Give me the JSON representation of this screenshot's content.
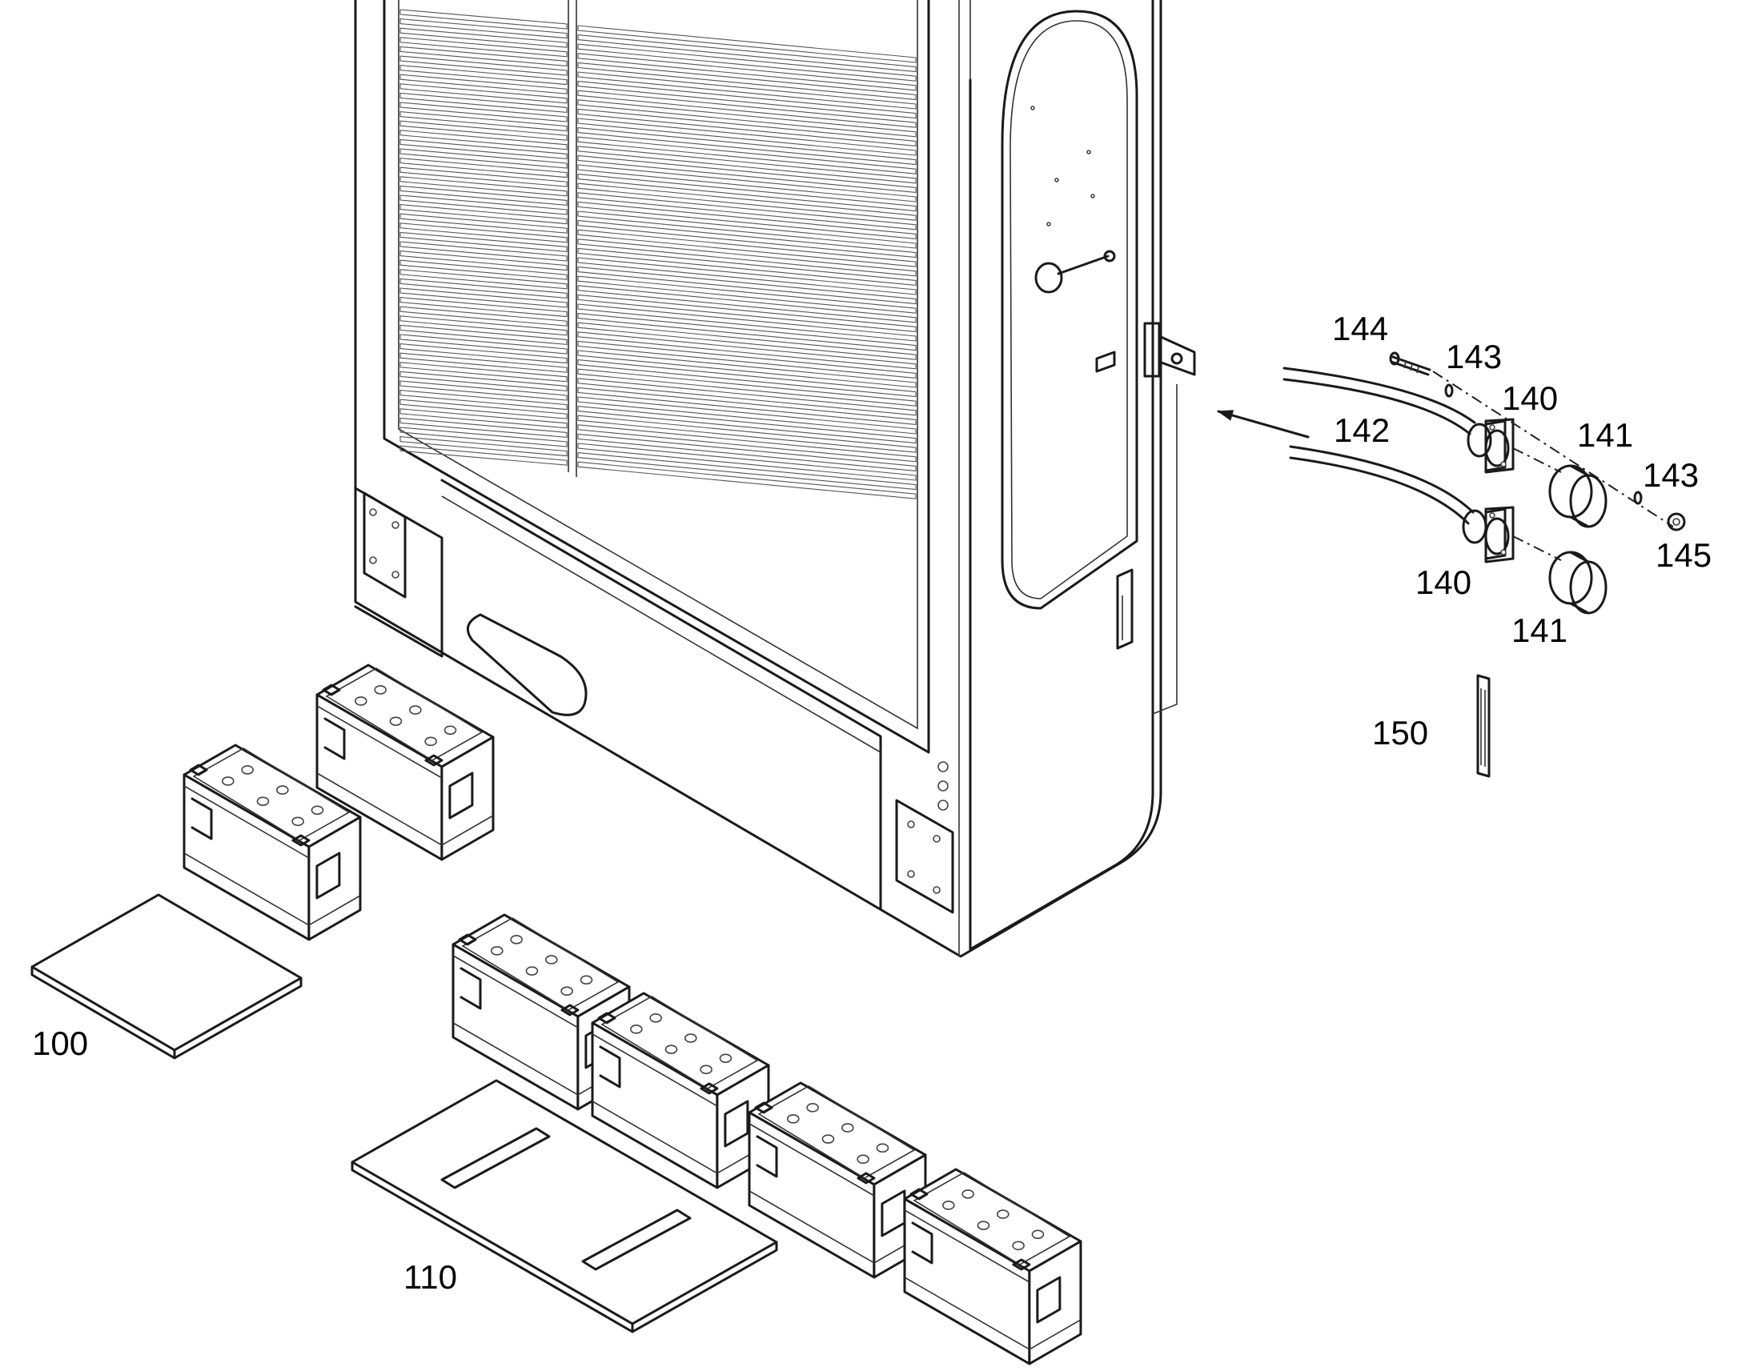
{
  "callouts": {
    "c100": "100",
    "c110": "110",
    "c140a": "140",
    "c140b": "140",
    "c141a": "141",
    "c141b": "141",
    "c142": "142",
    "c143a": "143",
    "c143b": "143",
    "c144": "144",
    "c145": "145",
    "c150": "150"
  },
  "colors": {
    "line": "#1a1a1a",
    "background": "#ffffff"
  }
}
